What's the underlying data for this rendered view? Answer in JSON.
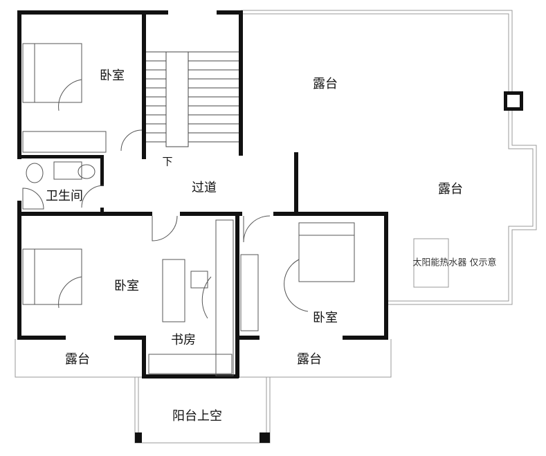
{
  "rooms": {
    "bedroom_top_left": "卧室",
    "bedroom_bottom_left": "卧室",
    "bedroom_bottom_right": "卧室",
    "terrace_top": "露台",
    "terrace_right": "露台",
    "terrace_bottom_left": "露台",
    "terrace_bottom_right": "露台",
    "corridor": "过道",
    "bathroom": "卫生间",
    "study": "书房",
    "balcony_void": "阳台上空"
  },
  "annotations": {
    "stair_down": "下",
    "solar_heater": "太阳能热水器 仅示意"
  }
}
